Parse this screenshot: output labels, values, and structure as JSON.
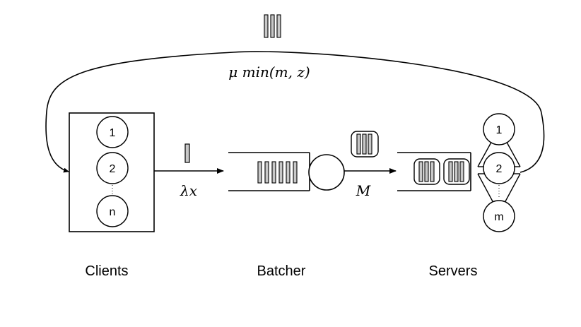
{
  "labels": {
    "clients": "Clients",
    "batcher": "Batcher",
    "servers": "Servers"
  },
  "math": {
    "feedback_rate": "μ min(m, z)",
    "arrival_rate": "λx",
    "batch_size": "M"
  },
  "clients": [
    "1",
    "2",
    "n"
  ],
  "servers": [
    "1",
    "2",
    "m"
  ],
  "queue_counts": {
    "returning_jobs_bars": 3,
    "arriving_job_bars": 1,
    "batcher_queue_bars": 6,
    "batch_bars": 3,
    "server_queue_batches": 2
  },
  "colors": {
    "stroke": "#000000",
    "bar_fill": "#c8c8c8",
    "background": "#ffffff"
  }
}
